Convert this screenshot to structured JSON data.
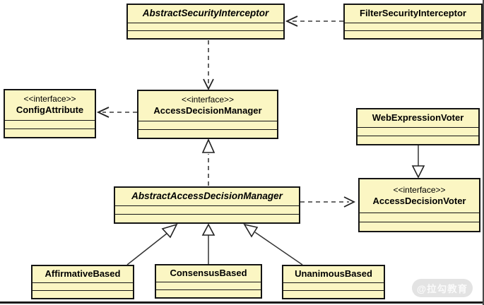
{
  "diagram": {
    "title": "Spring Security access decision UML class diagram",
    "colors": {
      "node_fill": "#fbf6c3",
      "node_border": "#141414",
      "edge": "#3a3a3a",
      "background": "#ffffff",
      "watermark_bg": "#e3e3e3",
      "watermark_text": "#fafafa"
    },
    "nodes": [
      {
        "id": "abstract-security-interceptor",
        "name": "AbstractSecurityInterceptor",
        "stereotype": "",
        "abstract": true
      },
      {
        "id": "filter-security-interceptor",
        "name": "FilterSecurityInterceptor",
        "stereotype": "",
        "abstract": false
      },
      {
        "id": "config-attribute",
        "name": "ConfigAttribute",
        "stereotype": "<<interface>>",
        "abstract": false
      },
      {
        "id": "access-decision-manager",
        "name": "AccessDecisionManager",
        "stereotype": "<<interface>>",
        "abstract": false
      },
      {
        "id": "web-expression-voter",
        "name": "WebExpressionVoter",
        "stereotype": "",
        "abstract": false
      },
      {
        "id": "abstract-access-decision-manager",
        "name": "AbstractAccessDecisionManager",
        "stereotype": "",
        "abstract": true
      },
      {
        "id": "access-decision-voter",
        "name": "AccessDecisionVoter",
        "stereotype": "<<interface>>",
        "abstract": false
      },
      {
        "id": "affirmative-based",
        "name": "AffirmativeBased",
        "stereotype": "",
        "abstract": false
      },
      {
        "id": "consensus-based",
        "name": "ConsensusBased",
        "stereotype": "",
        "abstract": false
      },
      {
        "id": "unanimous-based",
        "name": "UnanimousBased",
        "stereotype": "",
        "abstract": false
      }
    ],
    "edges": [
      {
        "from": "FilterSecurityInterceptor",
        "to": "AbstractSecurityInterceptor",
        "type": "dependency-dashed"
      },
      {
        "from": "AbstractSecurityInterceptor",
        "to": "AccessDecisionManager",
        "type": "dependency-dashed"
      },
      {
        "from": "AccessDecisionManager",
        "to": "ConfigAttribute",
        "type": "dependency-dashed"
      },
      {
        "from": "AbstractAccessDecisionManager",
        "to": "AccessDecisionManager",
        "type": "realization-dashed-triangle"
      },
      {
        "from": "AbstractAccessDecisionManager",
        "to": "AccessDecisionVoter",
        "type": "dependency-dashed"
      },
      {
        "from": "WebExpressionVoter",
        "to": "AccessDecisionVoter",
        "type": "generalization-solid-triangle"
      },
      {
        "from": "AffirmativeBased",
        "to": "AbstractAccessDecisionManager",
        "type": "generalization-solid-triangle"
      },
      {
        "from": "ConsensusBased",
        "to": "AbstractAccessDecisionManager",
        "type": "generalization-solid-triangle"
      },
      {
        "from": "UnanimousBased",
        "to": "AbstractAccessDecisionManager",
        "type": "generalization-solid-triangle"
      }
    ],
    "watermark": {
      "text": "@拉勾教育"
    }
  }
}
